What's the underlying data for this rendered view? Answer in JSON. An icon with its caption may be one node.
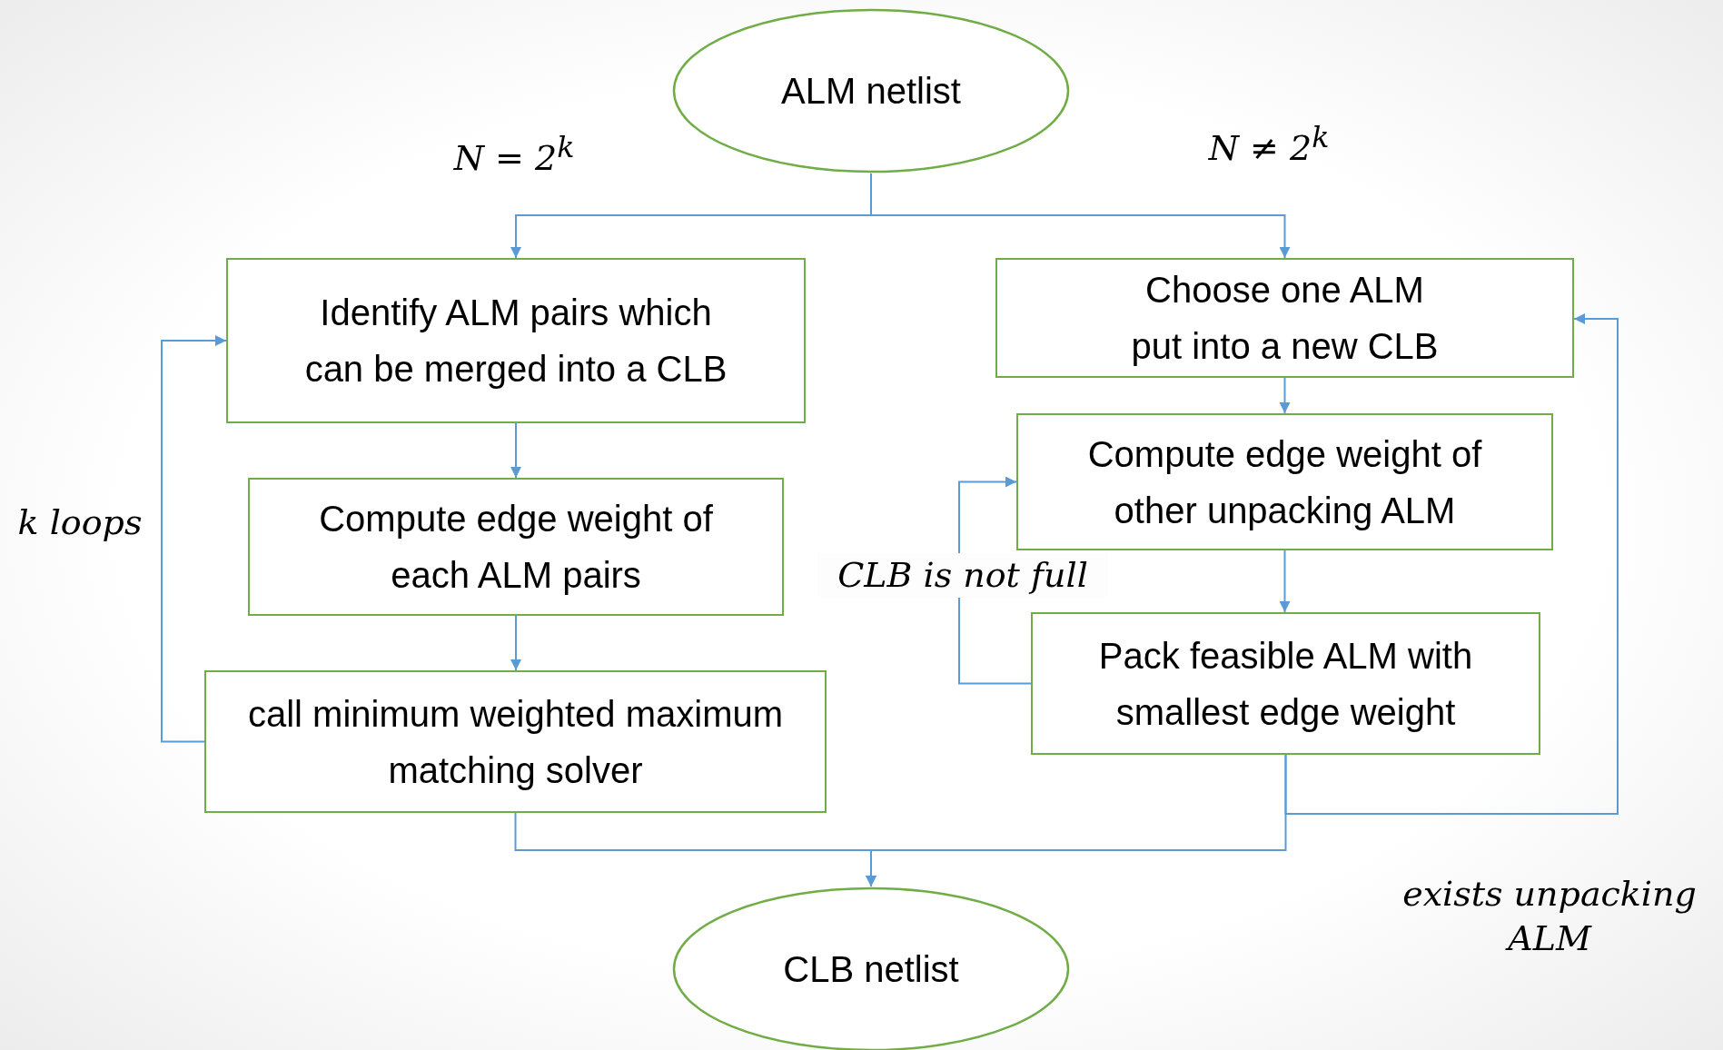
{
  "diagram": {
    "nodes": [
      {
        "text": [
          "ALM netlist"
        ]
      },
      {
        "text": [
          "Identify ALM pairs which can be merged into a CLB"
        ]
      },
      {
        "text": [
          "Compute edge weight of each ALM pairs"
        ]
      },
      {
        "text": [
          "call minimum weighted maximum matching solver"
        ]
      },
      {
        "text": [
          "Choose one ALM put into a new CLB"
        ]
      },
      {
        "text": [
          "Compute edge weight of other unpacking ALM"
        ]
      },
      {
        "text": [
          "Pack feasible ALM with smallest edge weight"
        ]
      },
      {
        "text": [
          "CLB netlist"
        ]
      }
    ],
    "edges": [
      {
        "from": 0,
        "to": 1,
        "arrow": "to",
        "label": "N = 2$^{k}$"
      },
      {
        "from": 0,
        "to": 4,
        "arrow": "to",
        "label": "N ≠ 2$^{k}$"
      },
      {
        "from": 1,
        "to": 2,
        "arrow": "to"
      },
      {
        "from": 2,
        "to": 3,
        "arrow": "to"
      },
      {
        "from": 3,
        "to": 1,
        "arrow": "to",
        "label": "k loops"
      },
      {
        "from": 4,
        "to": 5,
        "arrow": "to"
      },
      {
        "from": 5,
        "to": 6,
        "arrow": "to"
      },
      {
        "from": 6,
        "to": 5,
        "arrow": "to",
        "label": "CLB is not full"
      },
      {
        "from": 6,
        "to": 4,
        "arrow": "to",
        "label": "exists unpacking ALM"
      },
      {
        "from": 3,
        "to": 7,
        "arrow": "to"
      },
      {
        "from": 6,
        "to": 7,
        "arrow": "to"
      }
    ]
  }
}
